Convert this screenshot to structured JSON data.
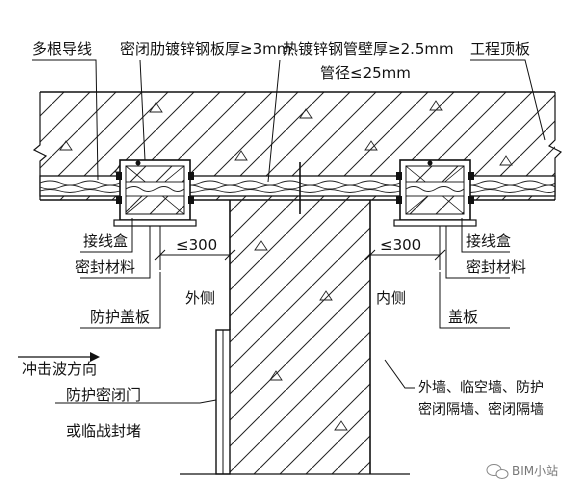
{
  "labels": {
    "wires": "多根导线",
    "sealed_plate": "密闭肋镀锌钢板厚≥3mm",
    "steel_pipe": "热镀锌钢管壁厚≥2.5mm",
    "pipe_diameter": "管径≤25mm",
    "roof_slab": "工程顶板",
    "junction_box_left": "接线盒",
    "sealing_material_left": "密封材料",
    "junction_box_right": "接线盒",
    "sealing_material_right": "密封材料",
    "dim_left": "≤300",
    "dim_right": "≤300",
    "protective_cover": "防护盖板",
    "outer_side": "外侧",
    "inner_side": "内侧",
    "cover_plate": "盖板",
    "shock_wave": "冲击波方向",
    "wall_types_line1": "外墙、临空墙、防护",
    "wall_types_line2": "密闭隔墙、密闭隔墙",
    "blast_door_line1": "防护密闭门",
    "blast_door_line2": "或临战封堵"
  },
  "watermark": "BIM小站",
  "icons": {
    "watermark_icon": "wechat-icon"
  }
}
